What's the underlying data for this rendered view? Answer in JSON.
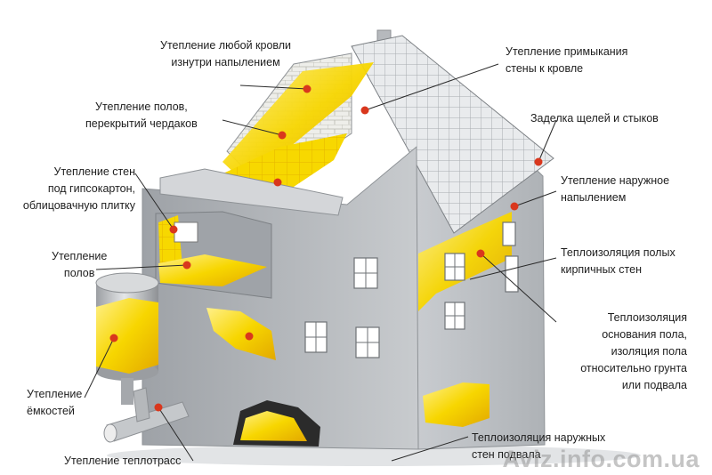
{
  "labels": {
    "roof_spray": [
      "Утепление любой кровли",
      "изнутри напылением"
    ],
    "wall_roof_junction": [
      "Утепление примыкания",
      "стены к кровле"
    ],
    "floors_attic": [
      "Утепление полов,",
      "перекрытий чердаков"
    ],
    "gaps_joints": [
      "Заделка щелей и стыков"
    ],
    "walls_under_drywall": [
      "Утепление стен",
      "под гипсокартон,",
      "облицовачную плитку"
    ],
    "exterior_spray": [
      "Утепление наружное",
      "напылением"
    ],
    "floors": [
      "Утепление",
      "полов"
    ],
    "hollow_brick": [
      "Теплоизоляция полых",
      "кирпичных стен"
    ],
    "floor_base": [
      "Теплоизоляция",
      "основания пола,",
      "изоляция пола",
      "относительно грунта",
      "или подвала"
    ],
    "tanks": [
      "Утепление",
      "ёмкостей"
    ],
    "heating_mains": [
      "Утепление теплотрасс"
    ],
    "basement_walls": [
      "Теплоизоляция наружных",
      "стен подвала"
    ]
  },
  "watermark": "Aviz.info.com.ua",
  "colors": {
    "foam_yellow": "#f5d800",
    "wall_gray": "#b9bcc0",
    "roof_tiles": "#e6e8ea",
    "marker_red": "#d9371d",
    "leader_line": "#2a2a2a"
  }
}
